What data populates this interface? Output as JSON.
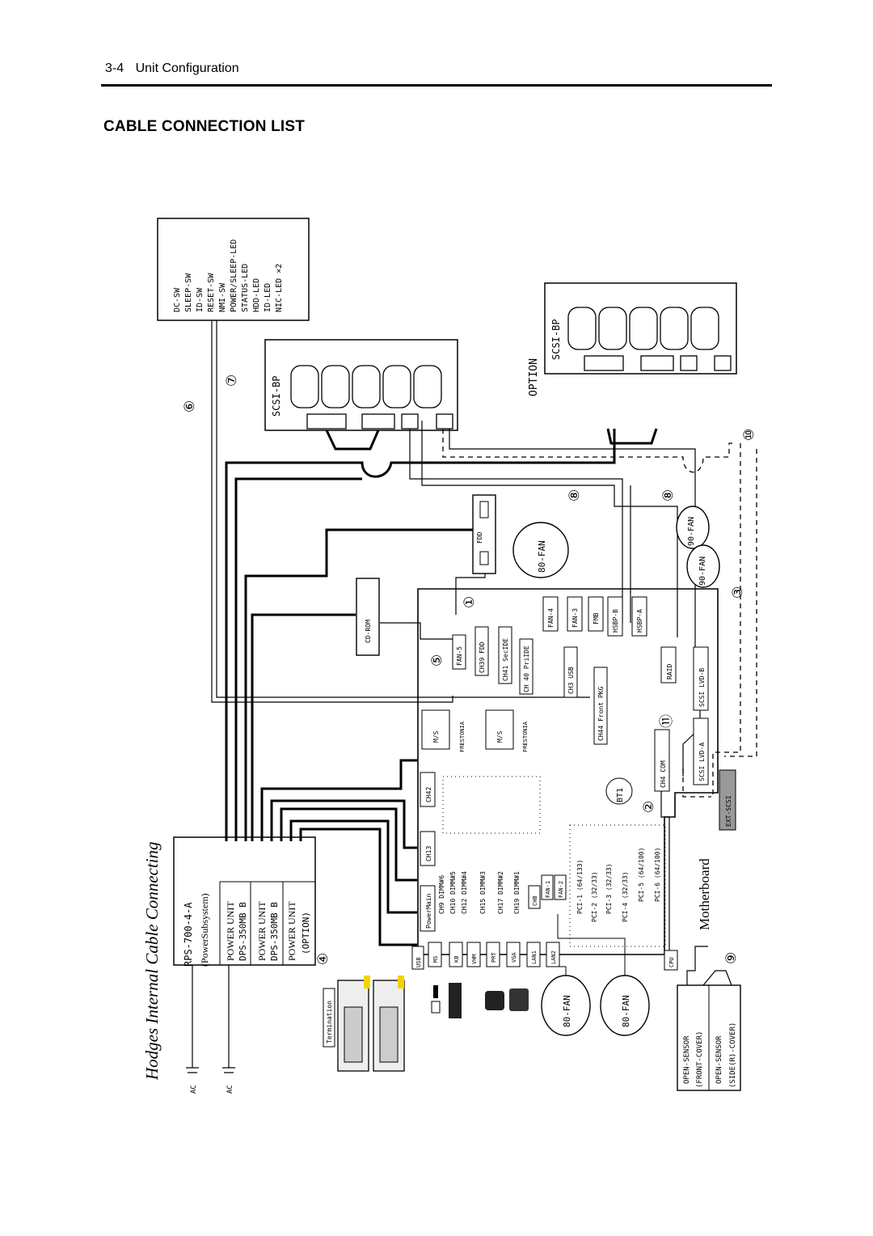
{
  "header": {
    "section_number": "3-4",
    "section_title": "Unit Configuration"
  },
  "page_title": "CABLE CONNECTION LIST",
  "diagram": {
    "caption": "Hodges Internal Cable Connecting",
    "front_panel_items": [
      "DC-SW",
      "SLEEP-SW",
      "ID-SW",
      "RESET-SW",
      "NMI-SW",
      "POWER/SLEEP-LED",
      "STATUS-LED",
      "HDD-LED",
      "ID-LED",
      "NIC-LED ×2"
    ],
    "scsi_bp": "SCSI-BP",
    "option_scsi_bp_option": "OPTION",
    "option_scsi_bp": "SCSI-BP",
    "power": {
      "model": "RPS-700-4-A",
      "subsystem": "(PowerSubsystem)",
      "unit1": "POWER UNIT",
      "unit1_model": "DPS-350MB B",
      "unit2": "POWER UNIT",
      "unit2_model": "DPS-350MB B",
      "unit3": "POWER UNIT",
      "unit3_option": "(OPTION)"
    },
    "ac_labels": [
      "AC",
      "AC"
    ],
    "termination": "Termination",
    "fdd": "FDD",
    "cdrom": "CD-ROM",
    "fans": [
      "80-FAN",
      "90-FAN",
      "90-FAN",
      "80-FAN",
      "80-FAN"
    ],
    "mb_connectors_top": [
      "FAN-4",
      "FAN-3",
      "FMB",
      "HSBP-B",
      "HSBP-A"
    ],
    "mb_connectors_mid": [
      "FAN-5",
      "CH39 FDD",
      "CH41 SecIDE",
      "CH 40 PriIDE",
      "CH3 USB",
      "CH44 Front PKG"
    ],
    "raid": "RAID",
    "scsi_lvd_b": "SCSI LVD-B",
    "scsi_lvd_a": "SCSI LVD-A",
    "ext_scsi": "EXT-SCSI",
    "ch4_com": "CH4 COM",
    "bt1": "BT1",
    "cpu": [
      "M/S",
      "FRESTONIA"
    ],
    "ch42": "CH42",
    "ch13": "CH13",
    "dimms": [
      "CH9 DIMM#6",
      "CH10 DIMM#5",
      "CH12 DIMM#4",
      "CH15 DIMM#3",
      "CH17 DIMM#2",
      "CH19 DIMM#1"
    ],
    "powermain": "PowerMain",
    "small_fans": [
      "CHB",
      "FAN-1",
      "FAN-2"
    ],
    "pci": [
      "PCI-1 (64/133)",
      "PCI-2 (32/33)",
      "PCI-3 (32/33)",
      "PCI-4 (32/33)",
      "PCI-5 (64/100)",
      "PCI-6 (64/100)"
    ],
    "motherboard": "Motherboard",
    "back_ports": [
      "USB",
      "MS",
      "KB",
      "VHM",
      "PRT",
      "VGA",
      "LAN1",
      "LAN2"
    ],
    "cpu_fan": "CPU",
    "sensors": [
      "OPEN-SENSOR",
      "(FRONT-COVER)",
      "OPEN-SENSOR",
      "(SIDE(R)-COVER)"
    ],
    "circle_nums": [
      "⑥",
      "⑦",
      "⑧",
      "⑧",
      "①",
      "⑤",
      "③",
      "⑨",
      "②",
      "⑪",
      "④",
      "⑩"
    ]
  }
}
